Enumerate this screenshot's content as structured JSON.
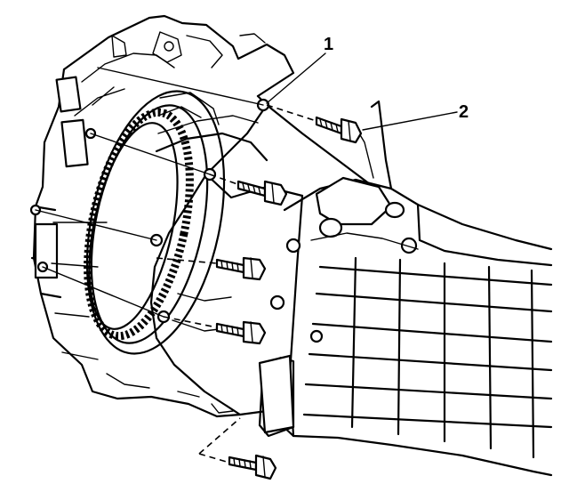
{
  "diagram": {
    "callouts": [
      {
        "id": "1",
        "label": "1"
      },
      {
        "id": "2",
        "label": "2"
      }
    ],
    "colors": {
      "ink": "#000000",
      "background": "#ffffff"
    },
    "parts": [
      "engine-block-icon",
      "flywheel-ring-gear-icon",
      "clutch-housing-icon",
      "transmission-case-icon",
      "bolt-icon"
    ]
  }
}
